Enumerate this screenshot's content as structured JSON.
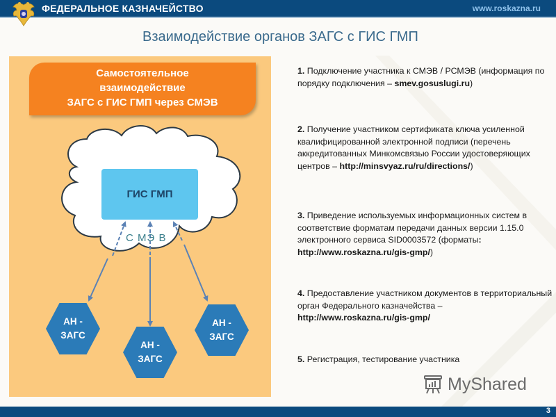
{
  "header": {
    "organization": "ФЕДЕРАЛЬНОЕ КАЗНАЧЕЙСТВО",
    "website": "www.roskazna.ru",
    "emblem_icon": "double-headed-eagle-emblem-icon"
  },
  "slide": {
    "title": "Взаимодействие органов ЗАГС с ГИС ГМП",
    "page_number": "3"
  },
  "diagram": {
    "banner_lines": [
      "Самостоятельное",
      "взаимодействие",
      "ЗАГС с ГИС ГМП через СМЭВ"
    ],
    "central_system": "ГИС ГМП",
    "channel_label": "С МЭ В",
    "nodes": [
      {
        "label": "АН -\nЗАГС"
      },
      {
        "label": "АН -\nЗАГС"
      },
      {
        "label": "АН -\nЗАГС"
      }
    ],
    "colors": {
      "panel": "#fbc97e",
      "banner": "#f58220",
      "central_box": "#5ec6ef",
      "hexagon": "#2b7bb8",
      "arrows": "#5b82b5"
    }
  },
  "steps": [
    {
      "num": "1.",
      "text": " Подключение участника к  СМЭВ / РСМЭВ (информация по порядку подключения – ",
      "link": "smev.gosuslugi.ru",
      "suffix": ")"
    },
    {
      "num": "2.",
      "text": " Получение   участником  сертификата ключа усиленной квалифицированной электронной подписи (перечень аккредитованных Минкомсвязью России удостоверяющих центров – ",
      "link": "http://minsvyaz.ru/ru/directions/",
      "suffix": ")"
    },
    {
      "num": "3.",
      "text": " Приведение   используемых  информационных систем   в   соответствие форматам передачи данных версии 1.15.0 электронного сервиса SID0003572 (форматы",
      "link": ": http://www.roskazna.ru/gis-gmp/",
      "suffix": ")"
    },
    {
      "num": "4.",
      "text": " Предоставление участником документов в территориальный орган Федерального казначейства – ",
      "link": "http://www.roskazna.ru/gis-gmp/",
      "suffix": ""
    },
    {
      "num": "5.",
      "text": " Регистрация, тестирование участника",
      "link": "",
      "suffix": ""
    }
  ],
  "watermark": {
    "text": "MyShared",
    "icon": "presentation-board-icon"
  }
}
